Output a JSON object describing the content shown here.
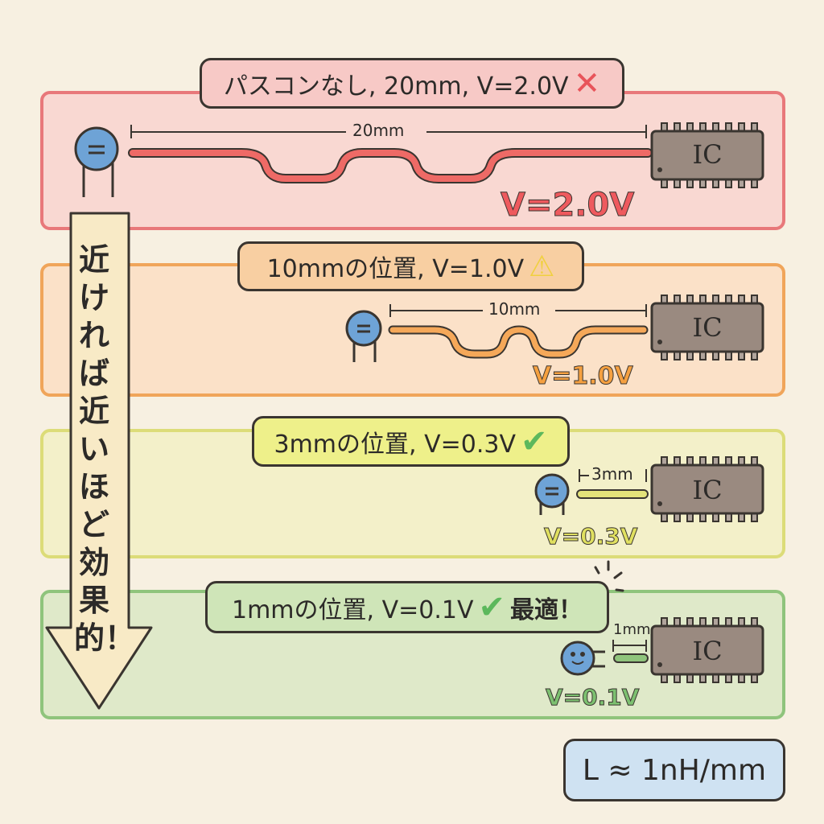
{
  "colors": {
    "background": "#f7f0e1",
    "red": "#e8787a",
    "orange": "#f0a55a",
    "yellow": "#dcdc78",
    "green": "#8fc47c",
    "capacitor": "#6ea3d6",
    "ic": "#9a8a80"
  },
  "arrow": {
    "text": "近ければ近いほど効果的！"
  },
  "panels": [
    {
      "label": "パスコンなし, 20mm, V=2.0V",
      "status_icon": "cross-icon",
      "distance": "20mm",
      "voltage": "V=2.0V",
      "chip": "IC"
    },
    {
      "label": "10mmの位置, V=1.0V",
      "status_icon": "warning-icon",
      "distance": "10mm",
      "voltage": "V=1.0V",
      "chip": "IC"
    },
    {
      "label": "3mmの位置, V=0.3V",
      "status_icon": "check-icon",
      "distance": "3mm",
      "voltage": "V=0.3V",
      "chip": "IC"
    },
    {
      "label": "1mmの位置, V=0.1V",
      "status_icon": "check-icon",
      "extra": "最適！",
      "distance": "1mm",
      "voltage": "V=0.1V",
      "chip": "IC"
    }
  ],
  "formula": "L ≈ 1nH/mm"
}
